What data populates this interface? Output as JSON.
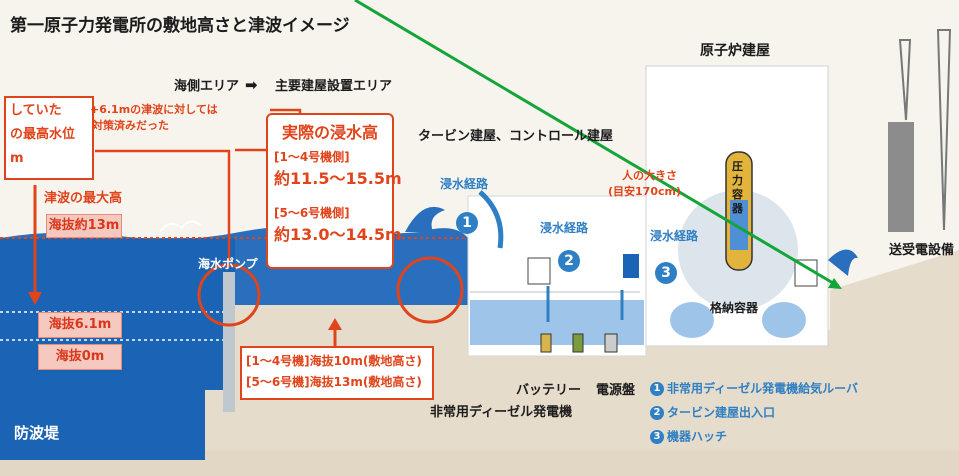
{
  "title": "第一原子力発電所の敷地高さと津波イメージ",
  "area_label": {
    "sea": "海側エリア",
    "arrow": "➡",
    "main": "主要建屋設置エリア"
  },
  "reactor_building": "原子炉建屋",
  "turbine_building": "タービン建屋、コントロール建屋",
  "transmission": "送受電設備",
  "left_box": {
    "line1": "していた",
    "line2": "の最高水位",
    "line3": "m"
  },
  "assumed_note": {
    "line1": "+6.1mの津波に対しては",
    "line2": "対策済みだった"
  },
  "max_tsunami": {
    "label": "津波の最大高",
    "value": "海抜約13m"
  },
  "level_61": "海抜6.1m",
  "level_0": "海抜0m",
  "breakwater": "防波堤",
  "pump": "海水ポンプ",
  "actual": {
    "title": "実際の浸水高",
    "g1_label": "[1～4号機側]",
    "g1_value": "約11.5～15.5m",
    "g2_label": "[5～6号機側]",
    "g2_value": "約13.0～14.5m"
  },
  "ground": {
    "line1": "[1～4号機]海抜10m(敷地高さ)",
    "line2": "[5～6号機]海抜13m(敷地高さ)"
  },
  "route_label": "浸水経路",
  "route_numbers": [
    "1",
    "2",
    "3"
  ],
  "human": {
    "line1": "人の大きさ",
    "line2": "(目安170cm)"
  },
  "pressure_vessel": [
    "圧",
    "力",
    "容",
    "器"
  ],
  "containment": "格納容器",
  "battery": "バッテリー",
  "power_panel": "電源盤",
  "diesel": "非常用ディーゼル発電機",
  "legend": [
    {
      "num": "1",
      "text": "非常用ディーゼル発電機給気ルーバ"
    },
    {
      "num": "2",
      "text": "タービン建屋出入口"
    },
    {
      "num": "3",
      "text": "機器ハッチ"
    }
  ],
  "colors": {
    "sea": "#1b63b5",
    "sea_light": "#4e8fd6",
    "accent_red": "#e0441b",
    "ground": "#e6dccb",
    "blue_text": "#2f7fc4",
    "arrow_green": "#13a538"
  }
}
